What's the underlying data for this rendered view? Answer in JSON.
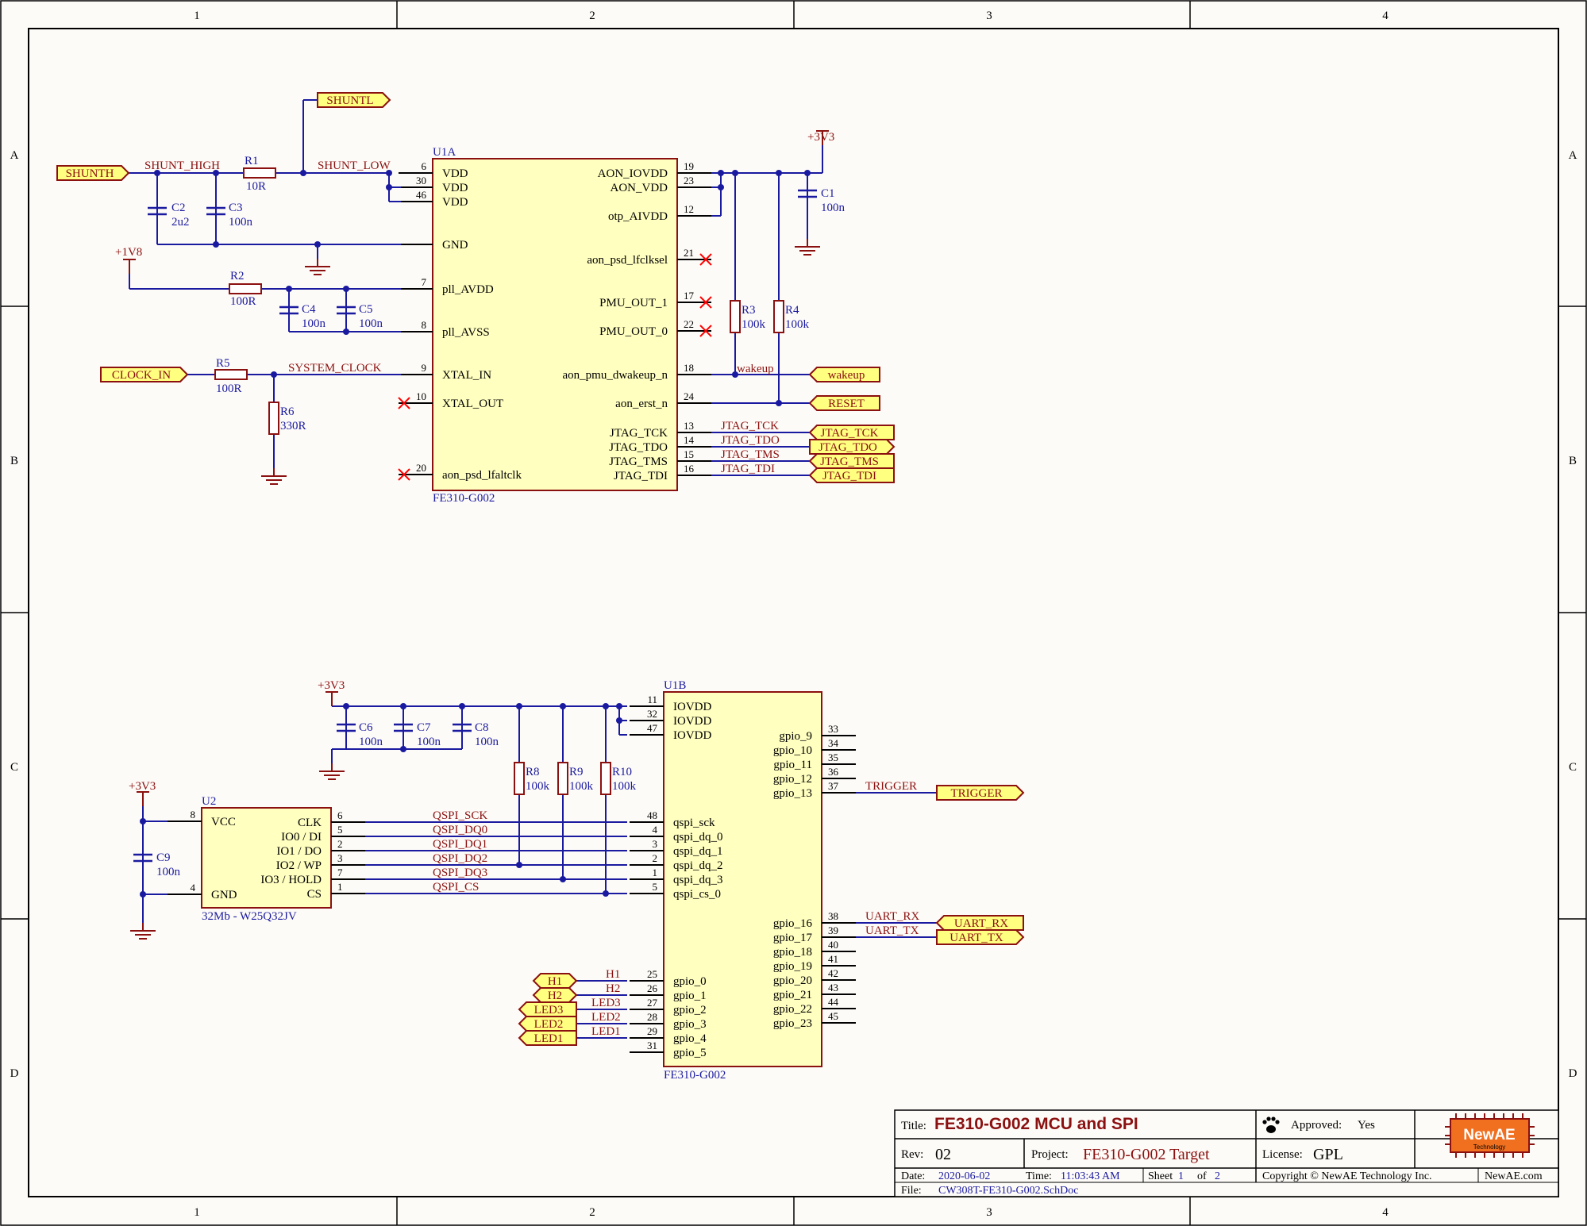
{
  "border": {
    "columns": [
      "1",
      "2",
      "3",
      "4"
    ],
    "rows": [
      "A",
      "B",
      "C",
      "D"
    ]
  },
  "u1a": {
    "designator": "U1A",
    "part": "FE310-G002",
    "left_pins": [
      {
        "num": "6",
        "name": "VDD"
      },
      {
        "num": "30",
        "name": "VDD"
      },
      {
        "num": "46",
        "name": "VDD"
      },
      {
        "num": "",
        "name": "GND"
      },
      {
        "num": "7",
        "name": "pll_AVDD"
      },
      {
        "num": "8",
        "name": "pll_AVSS"
      },
      {
        "num": "9",
        "name": "XTAL_IN"
      },
      {
        "num": "10",
        "name": "XTAL_OUT"
      },
      {
        "num": "20",
        "name": "aon_psd_lfaltclk"
      }
    ],
    "right_pins": [
      {
        "num": "19",
        "name": "AON_IOVDD"
      },
      {
        "num": "23",
        "name": "AON_VDD"
      },
      {
        "num": "12",
        "name": "otp_AIVDD"
      },
      {
        "num": "21",
        "name": "aon_psd_lfclksel"
      },
      {
        "num": "17",
        "name": "PMU_OUT_1"
      },
      {
        "num": "22",
        "name": "PMU_OUT_0"
      },
      {
        "num": "18",
        "name": "aon_pmu_dwakeup_n"
      },
      {
        "num": "24",
        "name": "aon_erst_n"
      },
      {
        "num": "13",
        "name": "JTAG_TCK"
      },
      {
        "num": "14",
        "name": "JTAG_TDO"
      },
      {
        "num": "15",
        "name": "JTAG_TMS"
      },
      {
        "num": "16",
        "name": "JTAG_TDI"
      }
    ]
  },
  "u1b": {
    "designator": "U1B",
    "part": "FE310-G002",
    "left_pins": [
      {
        "num": "11",
        "name": "IOVDD"
      },
      {
        "num": "32",
        "name": "IOVDD"
      },
      {
        "num": "47",
        "name": "IOVDD"
      },
      {
        "num": "48",
        "name": "qspi_sck"
      },
      {
        "num": "4",
        "name": "qspi_dq_0"
      },
      {
        "num": "3",
        "name": "qspi_dq_1"
      },
      {
        "num": "2",
        "name": "qspi_dq_2"
      },
      {
        "num": "1",
        "name": "qspi_dq_3"
      },
      {
        "num": "5",
        "name": "qspi_cs_0"
      },
      {
        "num": "25",
        "name": "gpio_0"
      },
      {
        "num": "26",
        "name": "gpio_1"
      },
      {
        "num": "27",
        "name": "gpio_2"
      },
      {
        "num": "28",
        "name": "gpio_3"
      },
      {
        "num": "29",
        "name": "gpio_4"
      },
      {
        "num": "31",
        "name": "gpio_5"
      }
    ],
    "right_pins": [
      {
        "num": "33",
        "name": "gpio_9"
      },
      {
        "num": "34",
        "name": "gpio_10"
      },
      {
        "num": "35",
        "name": "gpio_11"
      },
      {
        "num": "36",
        "name": "gpio_12"
      },
      {
        "num": "37",
        "name": "gpio_13"
      },
      {
        "num": "38",
        "name": "gpio_16"
      },
      {
        "num": "39",
        "name": "gpio_17"
      },
      {
        "num": "40",
        "name": "gpio_18"
      },
      {
        "num": "41",
        "name": "gpio_19"
      },
      {
        "num": "42",
        "name": "gpio_20"
      },
      {
        "num": "43",
        "name": "gpio_21"
      },
      {
        "num": "44",
        "name": "gpio_22"
      },
      {
        "num": "45",
        "name": "gpio_23"
      }
    ]
  },
  "u2": {
    "designator": "U2",
    "part": "32Mb - W25Q32JV",
    "left_pins": [
      {
        "num": "8",
        "name": "VCC"
      },
      {
        "num": "4",
        "name": "GND"
      }
    ],
    "right_pins": [
      {
        "num": "6",
        "name": "CLK"
      },
      {
        "num": "5",
        "name": "IO0 / DI"
      },
      {
        "num": "2",
        "name": "IO1 / DO"
      },
      {
        "num": "3",
        "name": "IO2 / WP"
      },
      {
        "num": "7",
        "name": "IO3 / HOLD"
      },
      {
        "num": "1",
        "name": "CS"
      }
    ]
  },
  "components": {
    "r1": {
      "ref": "R1",
      "value": "10R"
    },
    "r2": {
      "ref": "R2",
      "value": "100R"
    },
    "r3": {
      "ref": "R3",
      "value": "100k"
    },
    "r4": {
      "ref": "R4",
      "value": "100k"
    },
    "r5": {
      "ref": "R5",
      "value": "100R"
    },
    "r6": {
      "ref": "R6",
      "value": "330R"
    },
    "r8": {
      "ref": "R8",
      "value": "100k"
    },
    "r9": {
      "ref": "R9",
      "value": "100k"
    },
    "r10": {
      "ref": "R10",
      "value": "100k"
    },
    "c1": {
      "ref": "C1",
      "value": "100n"
    },
    "c2": {
      "ref": "C2",
      "value": "2u2"
    },
    "c3": {
      "ref": "C3",
      "value": "100n"
    },
    "c4": {
      "ref": "C4",
      "value": "100n"
    },
    "c5": {
      "ref": "C5",
      "value": "100n"
    },
    "c6": {
      "ref": "C6",
      "value": "100n"
    },
    "c7": {
      "ref": "C7",
      "value": "100n"
    },
    "c8": {
      "ref": "C8",
      "value": "100n"
    },
    "c9": {
      "ref": "C9",
      "value": "100n"
    }
  },
  "power": {
    "v3v3": "+3V3",
    "v1v8": "+1V8"
  },
  "nets": {
    "shunt_high": "SHUNT_HIGH",
    "shunt_low": "SHUNT_LOW",
    "system_clock": "SYSTEM_CLOCK",
    "wakeup": "wakeup",
    "jtag_tck": "JTAG_TCK",
    "jtag_tdo": "JTAG_TDO",
    "jtag_tms": "JTAG_TMS",
    "jtag_tdi": "JTAG_TDI",
    "qspi_sck": "QSPI_SCK",
    "qspi_dq0": "QSPI_DQ0",
    "qspi_dq1": "QSPI_DQ1",
    "qspi_dq2": "QSPI_DQ2",
    "qspi_dq3": "QSPI_DQ3",
    "qspi_cs": "QSPI_CS",
    "trigger": "TRIGGER",
    "uart_rx": "UART_RX",
    "uart_tx": "UART_TX",
    "h1": "H1",
    "h2": "H2",
    "led3": "LED3",
    "led2": "LED2",
    "led1": "LED1"
  },
  "ports": {
    "shunth": "SHUNTH",
    "shuntl": "SHUNTL",
    "clock_in": "CLOCK_IN",
    "wakeup": "wakeup",
    "reset": "RESET",
    "jtag_tck": "JTAG_TCK",
    "jtag_tdo": "JTAG_TDO",
    "jtag_tms": "JTAG_TMS",
    "jtag_tdi": "JTAG_TDI",
    "trigger": "TRIGGER",
    "uart_rx": "UART_RX",
    "uart_tx": "UART_TX",
    "h1": "H1",
    "h2": "H2",
    "led3": "LED3",
    "led2": "LED2",
    "led1": "LED1"
  },
  "title_block": {
    "title_label": "Title:",
    "title": "FE310-G002 MCU and SPI",
    "approved_label": "Approved:",
    "approved": "Yes",
    "rev_label": "Rev:",
    "rev": "02",
    "project_label": "Project:",
    "project": "FE310-G002 Target",
    "license_label": "License:",
    "license": "GPL",
    "date_label": "Date:",
    "date": "2020-06-02",
    "time_label": "Time:",
    "time": "11:03:43 AM",
    "sheet_label": "Sheet",
    "sheet": "1",
    "of_label": "of",
    "sheet_total": "2",
    "copyright": "Copyright © NewAE Technology Inc.",
    "site": "NewAE.com",
    "file_label": "File:",
    "file": "CW308T-FE310-G002.SchDoc",
    "logo_text": "NewAE",
    "logo_sub": "Technology"
  },
  "colors": {
    "wire": "#1a1aa0",
    "body_fill": "#ffffc0",
    "body_stroke": "#8b1010",
    "net_label": "#8b1010",
    "component_label": "#1a1aa0",
    "no_connect": "#ff0000",
    "logo_bg": "#f07020"
  }
}
